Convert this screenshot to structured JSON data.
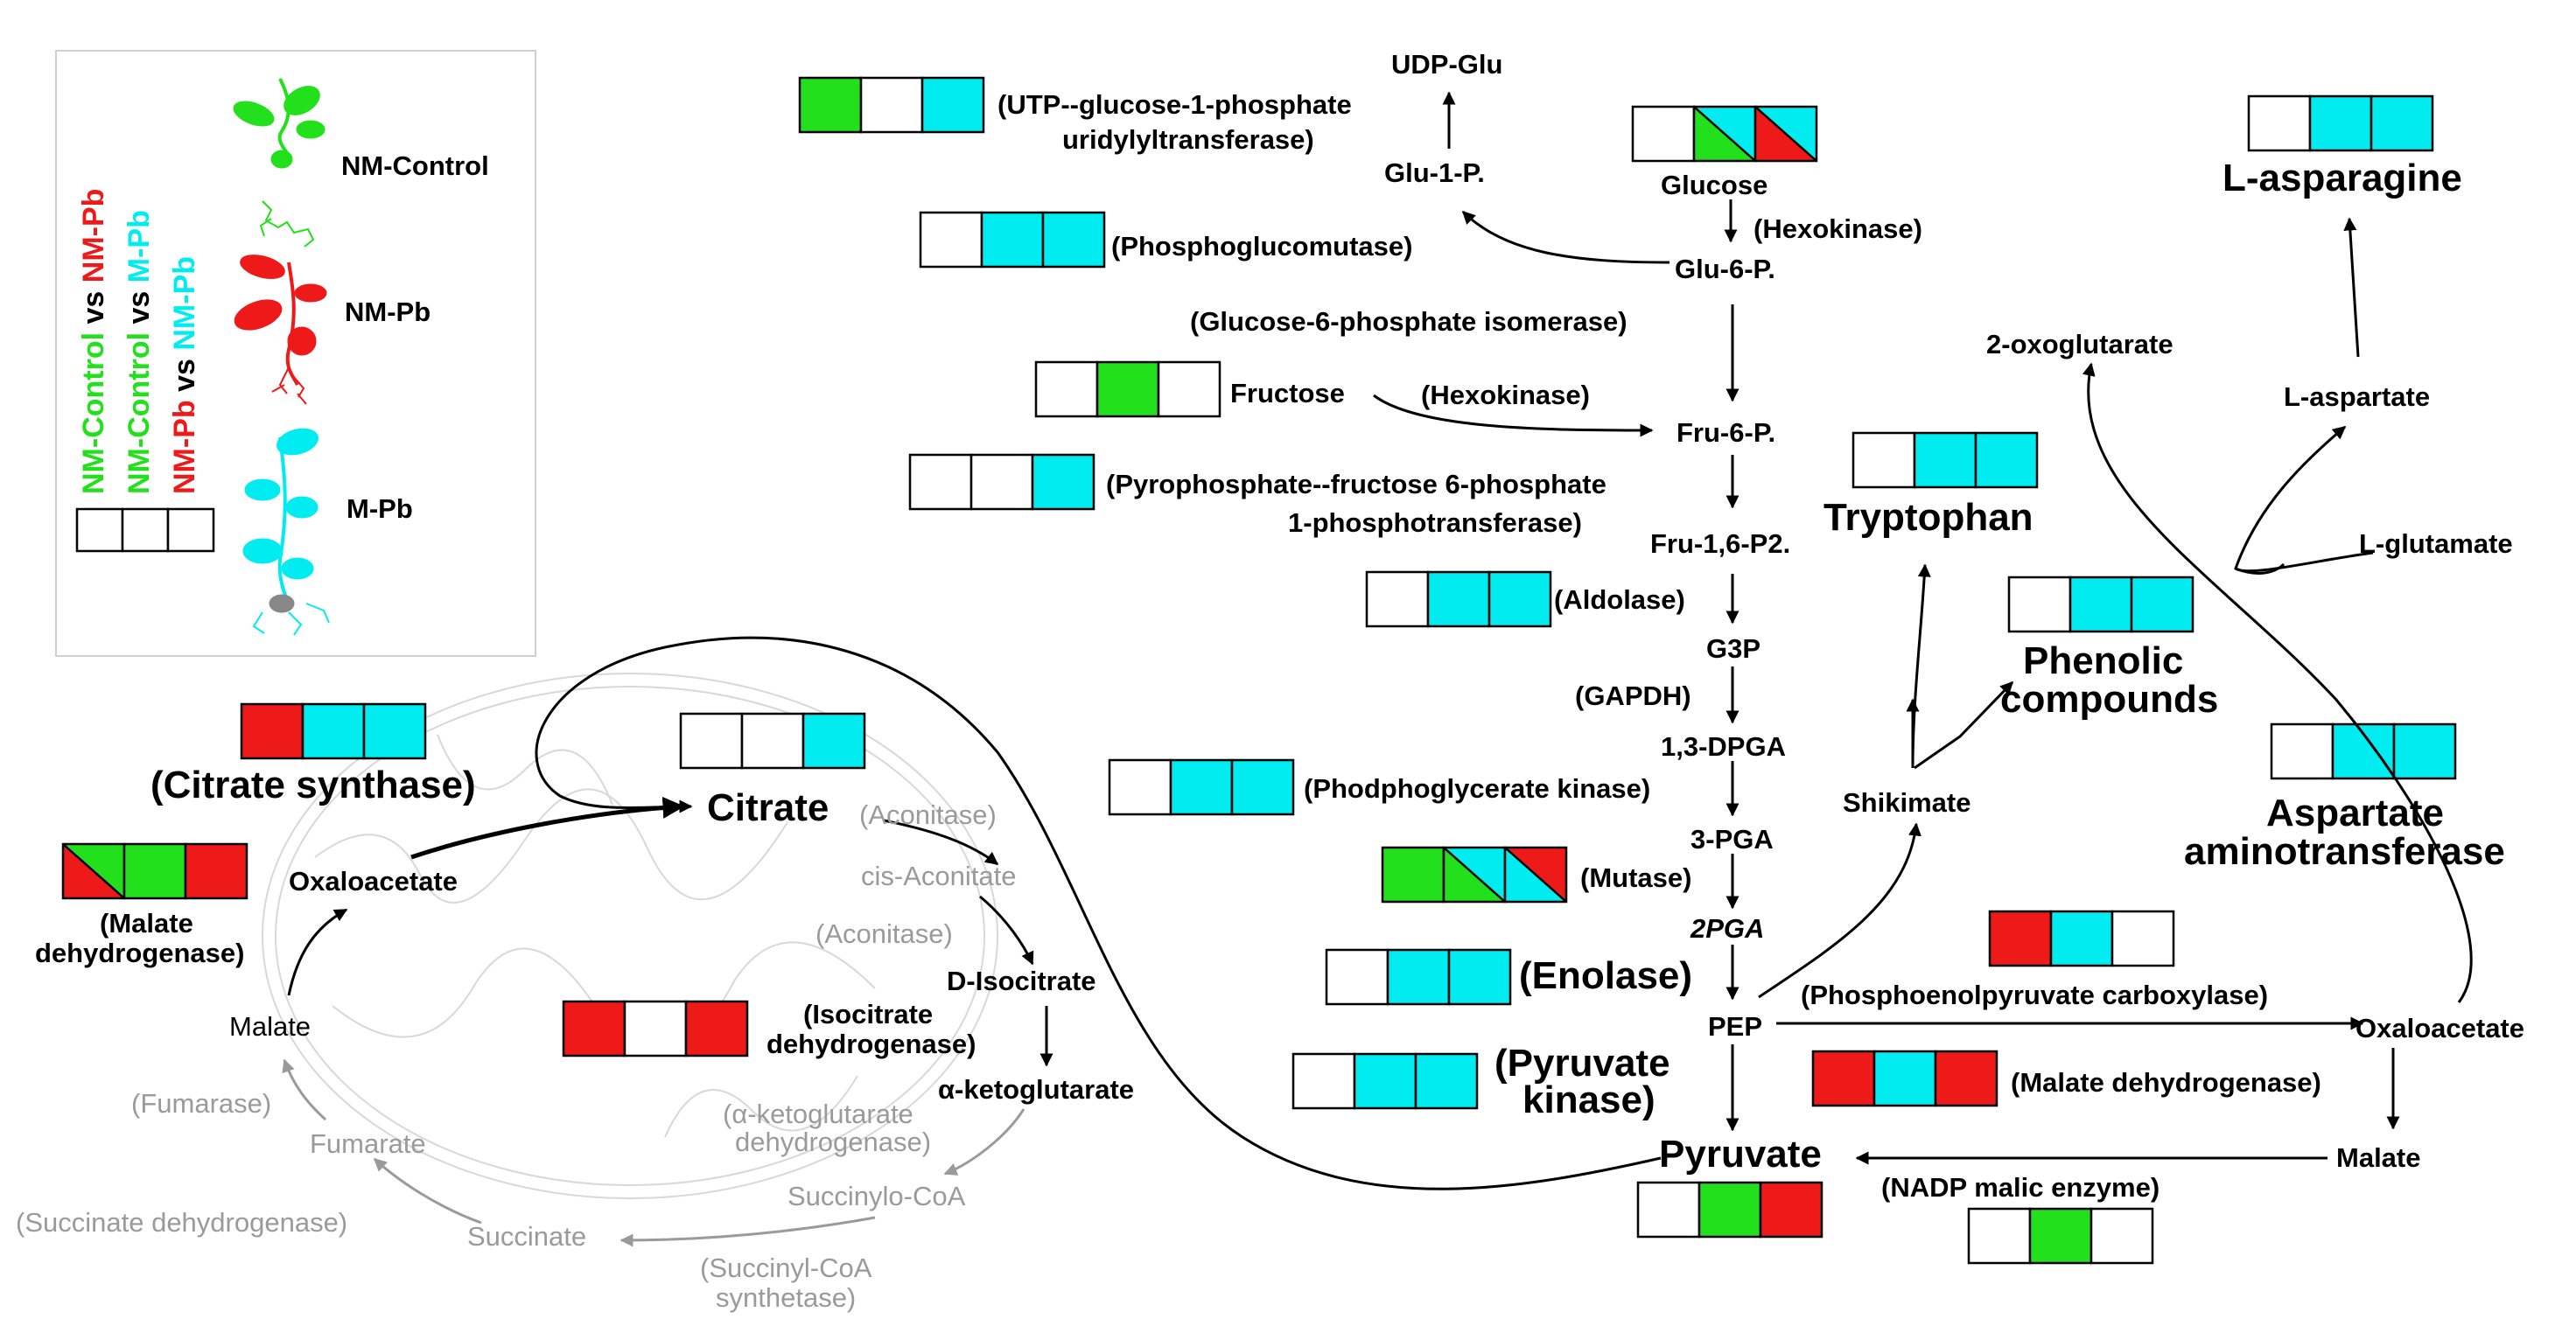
{
  "colors": {
    "nm_control": "#22e01b",
    "nm_pb": "#ee1a1a",
    "m_pb": "#00ecf0",
    "none": "#ffffff",
    "mito_grey": "#9a9a9a"
  },
  "legend": {
    "rotated_lines": [
      {
        "parts": [
          {
            "text": "NM-Control",
            "color": "nm_control"
          },
          {
            "text": " vs ",
            "color": "black"
          },
          {
            "text": "NM-Pb",
            "color": "nm_pb"
          }
        ]
      },
      {
        "parts": [
          {
            "text": "NM-Control",
            "color": "nm_control"
          },
          {
            "text": " vs ",
            "color": "black"
          },
          {
            "text": "M-Pb",
            "color": "m_pb"
          }
        ]
      },
      {
        "parts": [
          {
            "text": "NM-Pb",
            "color": "nm_pb"
          },
          {
            "text": " vs ",
            "color": "black"
          },
          {
            "text": "NM-Pb",
            "color": "m_pb"
          }
        ]
      }
    ],
    "plants": [
      {
        "label": "NM-Control",
        "color": "nm_control"
      },
      {
        "label": "NM-Pb",
        "color": "nm_pb"
      },
      {
        "label": "M-Pb",
        "color": "m_pb"
      }
    ],
    "key_box": [
      "none",
      "none",
      "none"
    ]
  },
  "nodes": {
    "udp_glu": "UDP-Glu",
    "glu_1_p": "Glu-1-P.",
    "glucose": "Glucose",
    "glu_6_p": "Glu-6-P.",
    "fructose": "Fructose",
    "fru_6_p": "Fru-6-P.",
    "fru_16_p2": "Fru-1,6-P2.",
    "g3p": "G3P",
    "dpga": "1,3-DPGA",
    "pga3": "3-PGA",
    "pga2": "2PGA",
    "pep": "PEP",
    "pyruvate": "Pyruvate",
    "oxaloacetate_cyto": "Oxaloacetate",
    "malate_cyto": "Malate",
    "shikimate": "Shikimate",
    "tryptophan": "Tryptophan",
    "phenolic_1": "Phenolic",
    "phenolic_2": "compounds",
    "oxoglutarate": "2-oxoglutarate",
    "l_aspartate": "L-aspartate",
    "l_glutamate": "L-glutamate",
    "l_asparagine": "L-asparagine",
    "aspartate_at_1": "Aspartate",
    "aspartate_at_2": "aminotransferase",
    "citrate": "Citrate",
    "oxaloacetate_mito": "Oxaloacetate",
    "malate_mito": "Malate",
    "fumarate": "Fumarate",
    "succinate": "Succinate",
    "succinylo_coa": "Succinylo-CoA",
    "cis_aconitate": "cis-Aconitate",
    "d_isocitrate": "D-Isocitrate",
    "a_ketoglutarate": "α-ketoglutarate"
  },
  "enzymes": {
    "ugpase_1": "(UTP--glucose-1-phosphate",
    "ugpase_2": "uridylyltransferase)",
    "phosphoglucomutase": "(Phosphoglucomutase)",
    "hexokinase_1": "(Hexokinase)",
    "gpi": "(Glucose-6-phosphate isomerase)",
    "hexokinase_2": "(Hexokinase)",
    "pfp_1": "(Pyrophosphate--fructose 6-phosphate",
    "pfp_2": "1-phosphotransferase)",
    "aldolase": "(Aldolase)",
    "gapdh": "(GAPDH)",
    "pgk": "(Phodphoglycerate kinase)",
    "mutase": "(Mutase)",
    "enolase": "(Enolase)",
    "pk_1": "(Pyruvate",
    "pk_2": "kinase)",
    "pepc": "(Phosphoenolpyruvate carboxylase)",
    "mdh_cyto": "(Malate dehydrogenase)",
    "nadp_me": "(NADP  malic enzyme)",
    "citrate_synthase": "(Citrate synthase)",
    "mdh_mito_1": "(Malate",
    "mdh_mito_2": "dehydrogenase)",
    "aconitase_1": "(Aconitase)",
    "aconitase_2": "(Aconitase)",
    "idh_1": "(Isocitrate",
    "idh_2": "dehydrogenase)",
    "akgdh_1": "(α-ketoglutarate",
    "akgdh_2": "dehydrogenase)",
    "fumarase": "(Fumarase)",
    "sdh": "(Succinate dehydrogenase)",
    "scs_1": "(Succinyl-CoA",
    "scs_2": "synthetase)"
  },
  "boxes": {
    "ugpase": [
      "nm_control",
      "none",
      "m_pb"
    ],
    "glucose": [
      "none",
      "nm_control/m_pb",
      "nm_pb/m_pb"
    ],
    "phosphoglucomutase": [
      "none",
      "m_pb",
      "m_pb"
    ],
    "fructose": [
      "none",
      "nm_control",
      "none"
    ],
    "pfp": [
      "none",
      "none",
      "m_pb"
    ],
    "aldolase": [
      "none",
      "m_pb",
      "m_pb"
    ],
    "pgk": [
      "none",
      "m_pb",
      "m_pb"
    ],
    "mutase": [
      "nm_control",
      "nm_control/m_pb",
      "m_pb/nm_pb"
    ],
    "enolase": [
      "none",
      "m_pb",
      "m_pb"
    ],
    "pyruvate_kinase": [
      "none",
      "m_pb",
      "m_pb"
    ],
    "pyruvate": [
      "none",
      "nm_control",
      "nm_pb"
    ],
    "tryptophan": [
      "none",
      "m_pb",
      "m_pb"
    ],
    "phenolic": [
      "none",
      "m_pb",
      "m_pb"
    ],
    "asparagine": [
      "none",
      "m_pb",
      "m_pb"
    ],
    "aspartate_at": [
      "none",
      "m_pb",
      "m_pb"
    ],
    "pepc": [
      "nm_pb",
      "m_pb",
      "none"
    ],
    "mdh_cyto": [
      "nm_pb",
      "m_pb",
      "nm_pb"
    ],
    "nadp_me": [
      "none",
      "nm_control",
      "none"
    ],
    "citrate_synthase": [
      "nm_pb",
      "m_pb",
      "m_pb"
    ],
    "mdh_mito": [
      "nm_pb/nm_control",
      "nm_control",
      "nm_pb"
    ],
    "citrate": [
      "none",
      "none",
      "m_pb"
    ],
    "idh": [
      "nm_pb",
      "none",
      "nm_pb"
    ]
  }
}
